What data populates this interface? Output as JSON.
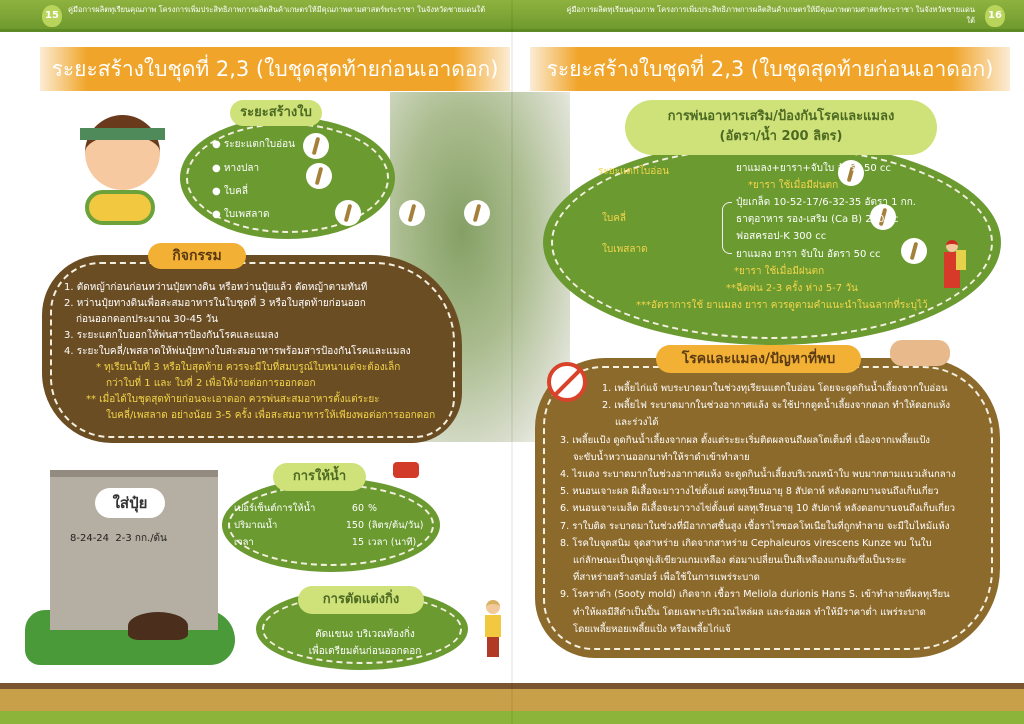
{
  "header": {
    "left_page": "15",
    "right_page": "16",
    "text": "คู่มือการผลิตทุเรียนคุณภาพ โครงการเพิ่มประสิทธิภาพการผลิตสินค้าเกษตรให้มีคุณภาพตามศาสตร์พระราชา ในจังหวัดชายแดนใต้"
  },
  "title": "ระยะสร้างใบชุดที่ 2,3 (ใบชุดสุดท้ายก่อนเอาดอก)",
  "leaf_stage": {
    "label": "ระยะสร้างใบ",
    "items": [
      "ระยะแตกใบอ่อน",
      "หางปลา",
      "ใบคลี่",
      "ใบเพสลาด"
    ]
  },
  "activities": {
    "label": "กิจกรรม",
    "items": [
      "1. ตัดหญ้าก่อนก่อนหว่านปุ๋ยทางดิน หรือหว่านปุ๋ยแล้ว ตัดหญ้าตามทันที",
      "2. หว่านปุ๋ยทางดินเพื่อสะสมอาหารในใบชุดที่ 3 หรือใบสุดท้ายก่อนออก",
      "ก่อนออกดอกประมาณ 30-45 วัน",
      "3. ระยะแตกใบออกให้พ่นสารป้องกันโรคและแมลง",
      "4. ระยะใบคลี่/เพสลาดให้พ่นปุ๋ยทางใบสะสมอาหารพร้อมสารป้องกันโรคและแมลง"
    ],
    "notes": [
      "* ทุเรียนใบที่ 3 หรือใบสุดท้าย ควรจะมีใบที่สมบรูณ์ใบหนาแต่จะต้องเล็ก",
      "กว่าใบที่ 1 และ ใบที่ 2 เพื่อให้ง่ายต่อการออกดอก",
      "** เมื่อได้ใบชุดสุดท้ายก่อนจะเอาดอก ควรพ่นสะสมอาหารตั้งแต่ระยะ",
      "ใบคลี่/เพสลาด อย่างน้อย 3-5 ครั้ง เพื่อสะสมอาหารให้เพียงพอต่อการออกดอก"
    ]
  },
  "fertilizer": {
    "label": "ใส่ปุ๋ย",
    "formula": "8-24-24",
    "amount": "2-3 กก./ต้น"
  },
  "watering": {
    "label": "การให้น้ำ",
    "rows": [
      {
        "k": "เปอร์เซ็นต์การให้น้ำ",
        "v": "60",
        "u": "%"
      },
      {
        "k": "ปริมาณน้ำ",
        "v": "150",
        "u": "(ลิตร/ต้น/วัน)"
      },
      {
        "k": "เวลา",
        "v": "15",
        "u": "เวลา (นาที)"
      }
    ]
  },
  "pruning": {
    "label": "การตัดแต่งกิ่ง",
    "lines": [
      "ตัดแขนง บริเวณท้องกิ่ง",
      "เพื่อเตรียมต้นก่อนออกดอก"
    ]
  },
  "spray": {
    "label1": "การพ่นอาหารเสริม/ป้องกันโรคและแมลง",
    "label2": "(อัตรา/น้ำ 200 ลิตร)",
    "stage1": "ระยะแตกใบอ่อน",
    "stage2": "ใบคลี่",
    "stage3": "ใบเพสลาด",
    "lines": [
      "ยาแมลง+ยารา+จับใบ อัตรา 50 cc",
      "*ยารา ใช้เมื่อมีฝนตก",
      "ปุ๋ยเกล็ด 10-52-17/6-32-35 อัตรา 1 กก.",
      "ธาตุอาหาร รอง-เสริม (Ca B) 200 cc",
      "ฟอสครอป-K 300 cc",
      "ยาแมลง ยารา จับใบ อัตรา 50 cc",
      "*ยารา ใช้เมื่อมีฝนตก",
      "**ฉีดพ่น 2-3 ครั้ง ห่าง 5-7 วัน",
      "***อัตราการใช้ ยาแมลง ยารา ควรดูตามคำแนะนำในฉลากที่ระบุไว้"
    ]
  },
  "pests": {
    "label": "โรคและแมลง/ปัญหาที่พบ",
    "items": [
      "1. เพลี้ยไก่แจ้ พบระบาดมาในช่วงทุเรียนแตกใบอ่อน โดยจะดูดกินน้ำเลี้ยงจากใบอ่อน",
      "2. เพลี้ยไฟ ระบาดมากในช่วงอากาศแล้ง จะใช้ปากดูดน้ำเลี้ยงจากดอก ทำให้ดอกแห้ง",
      "และร่วงได้",
      "3. เพลี้ยแป้ง ดูดกินน้ำเลี้ยงจากผล ตั้งแต่ระยะเริ่มติดผลจนถึงผลโตเต็มที่ เนื่องจากเพลี้ยแป้ง",
      "จะขับน้ำหวานออกมาทำให้ราดำเข้าทำลาย",
      "4. ไรแดง ระบาดมากในช่วงอากาศแห้ง จะดูดกินน้ำเลี้ยงบริเวณหน้าใบ พบมากตามแนวเส้นกลาง",
      "5. หนอนเจาะผล ผีเสื้อจะมาวางไข่ตั้งแต่ ผลทุเรียนอายุ 8 สัปดาห์ หลังดอกบานจนถึงเก็บเกี่ยว",
      "6. หนอนเจาะเมล็ด ผีเสื้อจะมาวางไข่ตั้งแต่ ผลทุเรียนอายุ 10 สัปดาห์ หลังดอกบานจนถึงเก็บเกี่ยว",
      "7. ราใบติด ระบาดมาในช่วงที่มีอากาศชื้นสูง เชื้อราไรซอคโทเนียในที่ถูกทำลาย จะมีใบไหม้แห้ง",
      "8. โรคใบจุดสนิม จุดสาหร่าย เกิดจากสาหร่าย Cephaleuros virescens Kunze พบ ในใบ",
      "แก่ลักษณะเป็นจุดฟูเส้เขียวแกมเหลือง ต่อมาเปลี่ยนเป็นสีเหลืองแกมส้มซึ่งเป็นระยะ",
      "ที่สาหร่ายสร้างสปอร์ เพื่อใช้ในการแพร่ระบาด",
      "9. โรคราดำ (Sooty mold) เกิดจาก เชื้อรา Meliola durionis Hans S. เข้าทำลายที่ผลทุเรียน",
      "ทำให้ผลมีสีดำเป็นปื้น โดยเฉพาะบริเวณไหล่ผล และร่องผล ทำให้มีราคาต่ำ แพร่ระบาด",
      "โดยเพลี้ยหอยเพลี้ยแป้ง หรือเพลี้ยไก่แจ้"
    ]
  },
  "colors": {
    "green": "#6b9a30",
    "orange": "#f0a52a",
    "brown": "#6b4d24",
    "yellow": "#f4d64a"
  }
}
